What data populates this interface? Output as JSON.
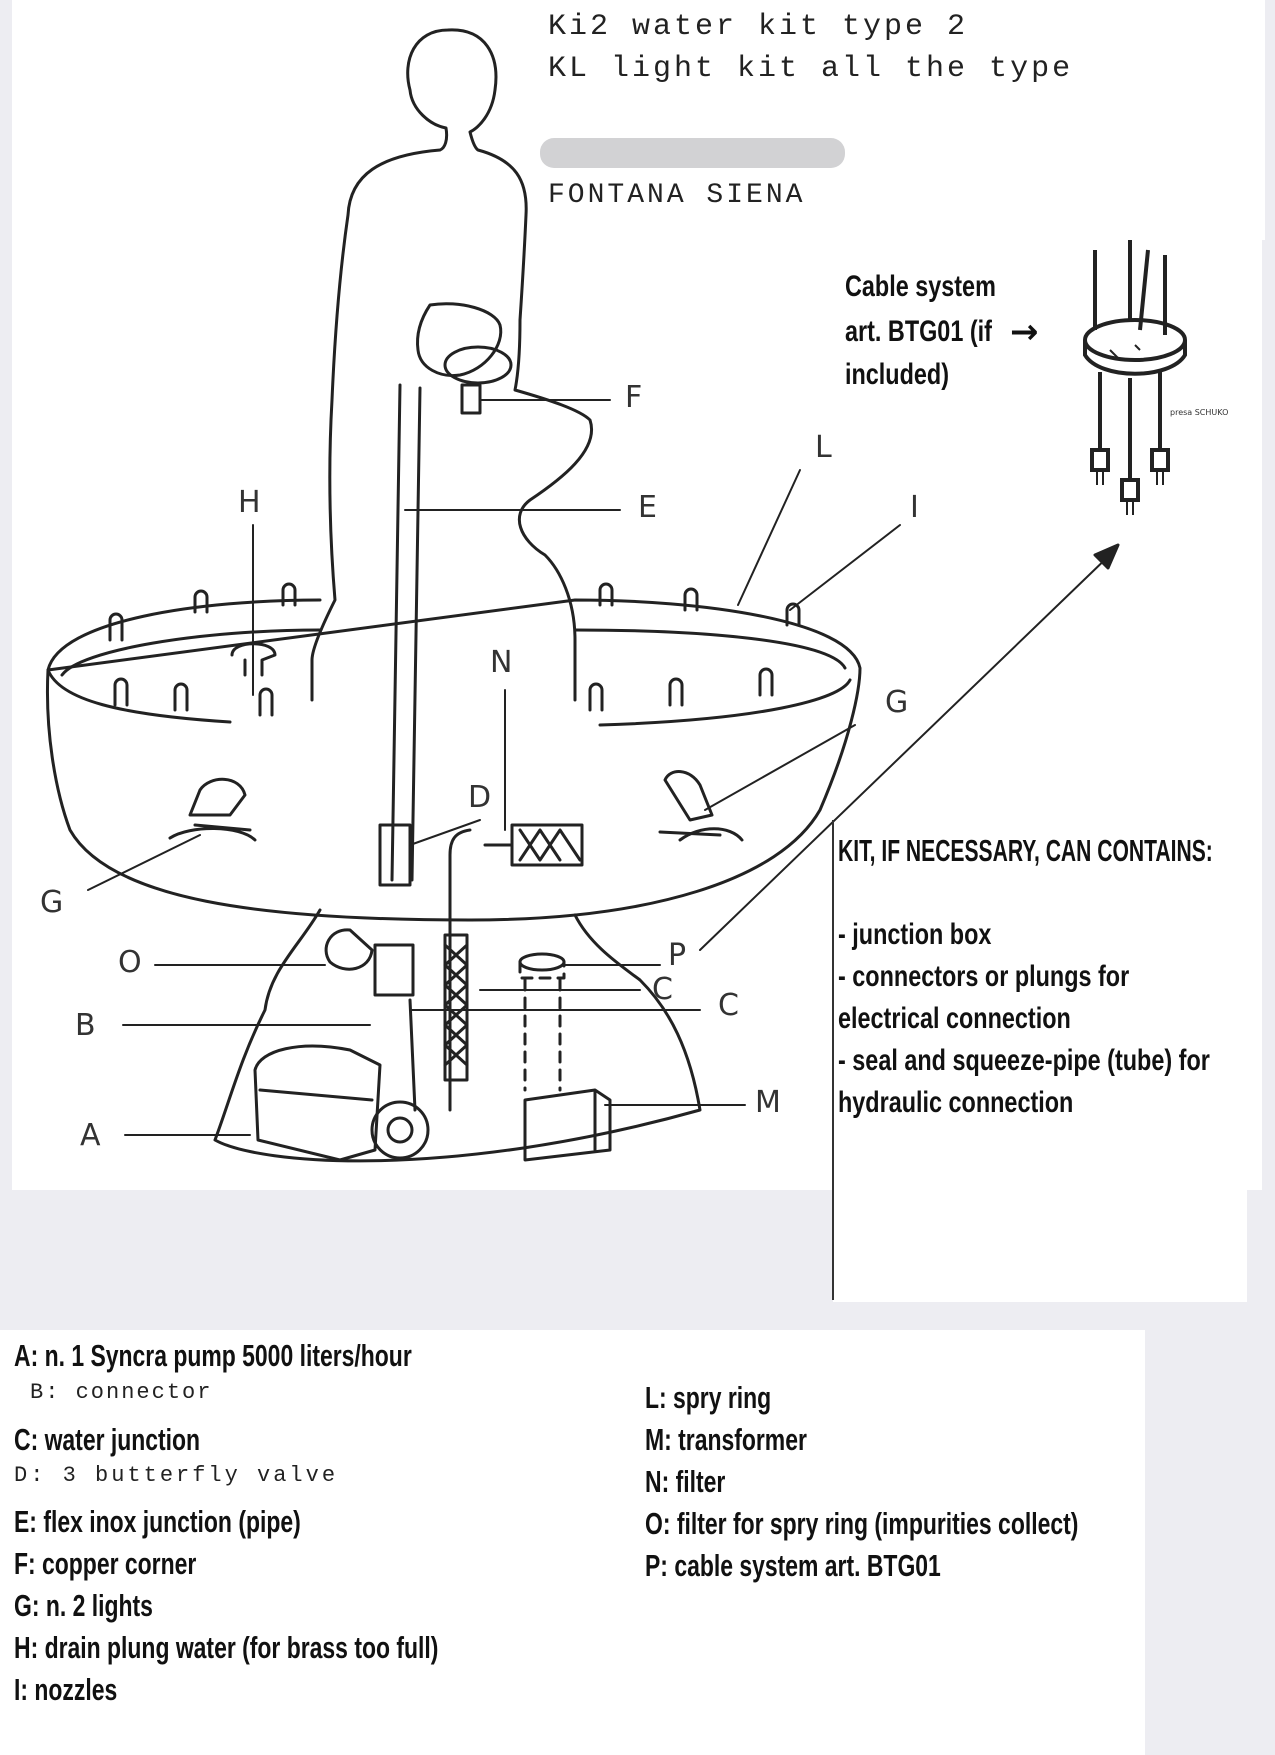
{
  "header": {
    "line1": "Ki2 water kit type 2",
    "line2": "KL light kit all the type",
    "line3": "FONTANA SIENA"
  },
  "cable_box": {
    "text_line1": "Cable system",
    "text_line2": "art. BTG01 (if",
    "text_line3": "included)",
    "arrow": "→",
    "plug_label": "presa SCHUKO"
  },
  "kit_box": {
    "title": "KIT, IF NECESSARY, CAN CONTAINS:",
    "items": [
      "- junction box",
      "- connectors or plungs for",
      "electrical connection",
      "- seal and squeeze-pipe (tube) for",
      "hydraulic connection"
    ]
  },
  "diagram_labels": {
    "A": "A",
    "B": "B",
    "C1": "C",
    "C2": "C",
    "D": "D",
    "E": "E",
    "F": "F",
    "G1": "G",
    "G2": "G",
    "H": "H",
    "I": "I",
    "L": "L",
    "M": "M",
    "N": "N",
    "O": "O",
    "P": "P"
  },
  "legend": {
    "left": [
      "A: n. 1 Syncra pump 5000 liters/hour",
      "B: connector",
      "C: water junction",
      "D: 3 butterfly valve",
      "E: flex inox junction (pipe)",
      "F: copper corner",
      "G: n. 2 lights",
      "H: drain plung water (for brass too full)",
      "I: nozzles"
    ],
    "right": [
      "L: spry ring",
      "M: transformer",
      "N: filter",
      "O: filter for spry ring (impurities collect)",
      "P: cable system art. BTG01"
    ]
  }
}
